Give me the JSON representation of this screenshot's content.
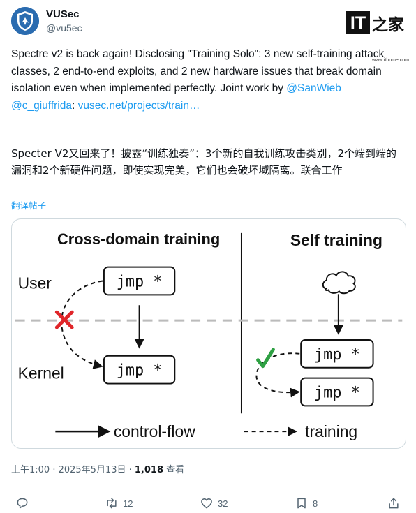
{
  "account": {
    "name": "VUSec",
    "handle": "@vu5ec"
  },
  "watermark": {
    "logo_text": "IT",
    "logo_cn": "之家",
    "url": "www.ithome.com"
  },
  "tweet": {
    "text_part1": "Spectre v2 is back again! Disclosing \"Training Solo\": 3 new self-training attack classes, 2 end-to-end exploits, and 2 new hardware issues that break domain isolation even when implemented perfectly. Joint work by ",
    "mention1": "@SanWieb",
    "mention2": "@c_giuffrida",
    "colon": ":",
    "link": "vusec.net/projects/train…",
    "translated": "Specter V2又回来了！披露“训练独奏”：3个新的自我训练攻击类别，2个端到端的漏洞和2个新硬件问题，即使实现完美，它们也会破坏域隔离。联合工作",
    "translate_label": "翻译帖子"
  },
  "figure": {
    "left_title": "Cross-domain training",
    "right_title": "Self training",
    "user_label": "User",
    "kernel_label": "Kernel",
    "box_text": "jmp *",
    "legend_control": "control-flow",
    "legend_training": "training"
  },
  "meta": {
    "time": "上午1:00 · 2025年5月13日 · ",
    "views_count": "1,018",
    "views_label": " 查看"
  },
  "actions": {
    "retweets": "12",
    "likes": "32",
    "bookmarks": "8"
  },
  "colors": {
    "link": "#1d9bf0",
    "x_mark": "#e0262a",
    "check_mark": "#2ea043"
  }
}
